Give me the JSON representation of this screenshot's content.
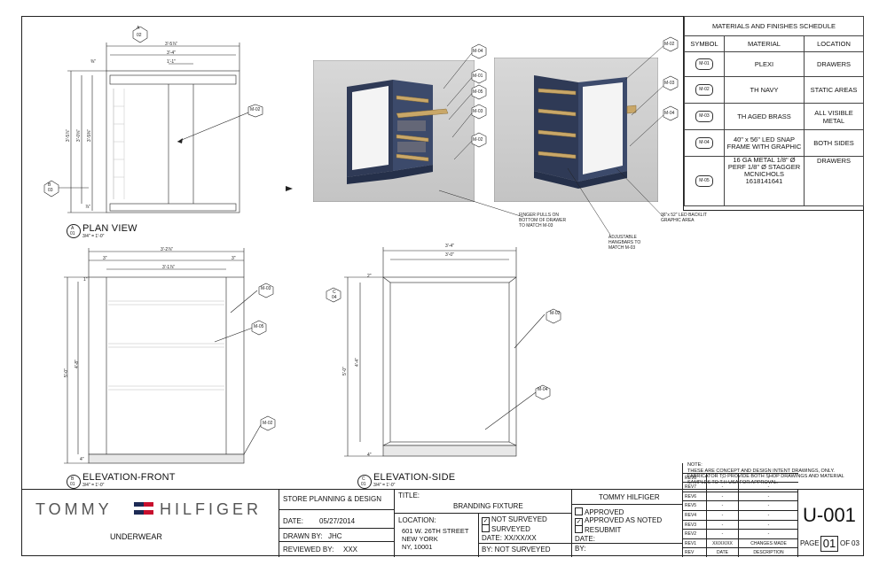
{
  "views": {
    "plan": {
      "title": "PLAN VIEW",
      "scale": "3/4\" = 1'-0\"",
      "marker_letter": "A",
      "marker_num": "01"
    },
    "elev_front": {
      "title": "ELEVATION-FRONT",
      "scale": "3/4\" = 1'-0\"",
      "marker_letter": "B",
      "marker_num": "01"
    },
    "elev_side": {
      "title": "ELEVATION-SIDE",
      "scale": "3/4\" = 1'-0\"",
      "marker_letter": "C",
      "marker_num": "01"
    },
    "callout_a": {
      "letter": "A",
      "num": "02"
    },
    "callout_b": {
      "letter": "B",
      "num": "03"
    },
    "callout_c": {
      "letter": "C",
      "num": "04"
    }
  },
  "plan_dims": {
    "top_overall": "3'-5⅞\"",
    "top_mid": "3'-4\"",
    "top_inner": "1'-1\"",
    "side_small": "⅜\"",
    "side_a": "3'-5⅞\"",
    "side_b": "3'-0⅝\"",
    "side_c": "3'-5⅜\"",
    "side_bottom": "⅞\""
  },
  "front_dims": {
    "overall": "3'-2⅞\"",
    "left": "3\"",
    "right": "3\"",
    "inner": "3'-1⅞\"",
    "height": "5'-0\"",
    "inner_height": "4'-8\"",
    "top": "1\"",
    "bottom": "4\""
  },
  "side_dims": {
    "overall": "3'-4\"",
    "inner": "3'-0\"",
    "height": "5'-0\"",
    "inner_height": "4'-4\"",
    "top": "2\"",
    "bottom": "4\""
  },
  "tags": {
    "m01": "M-01",
    "m02": "M-02",
    "m03": "M-03",
    "m04": "M-04",
    "m05": "M-05"
  },
  "render_notes": {
    "finger": "FINGER PULLS ON\nBOTTOM OF DRAWER\nTO MATCH M-03",
    "hangbars": "ADJUSTABLE\nHANGBARS TO\nMATCH M-03",
    "graphic": "36\"x 52\" LED BACKLIT\nGRAPHIC AREA"
  },
  "schedule": {
    "title": "MATERIALS AND FINISHES SCHEDULE",
    "headers": [
      "SYMBOL",
      "MATERIAL",
      "LOCATION"
    ],
    "rows": [
      {
        "symbol": "M-01",
        "material": "PLEXI",
        "location": "DRAWERS"
      },
      {
        "symbol": "M-02",
        "material": "TH NAVY",
        "location": "STATIC AREAS"
      },
      {
        "symbol": "M-03",
        "material": "TH AGED BRASS",
        "location": "ALL VISIBLE METAL"
      },
      {
        "symbol": "M-04",
        "material": "40\" x 56\" LED SNAP FRAME WITH GRAPHIC",
        "location": "BOTH SIDES"
      },
      {
        "symbol": "M-05",
        "material": "16 GA METAL 1/8\" Ø PERF 1/8\" Ø STAGGER MCNICHOLS 1618141641",
        "location": "DRAWERS"
      }
    ]
  },
  "note": {
    "label": "NOTE:",
    "text": "THESE ARE CONCEPT AND DESIGN INTENT DRAWINGS, ONLY. FABRICATOR TO PROVIDE BOTH SHOP DRAWINGS AND MATERIAL SAMPLES TO T.H USA FOR APPROVAL."
  },
  "title_block": {
    "brand_left": "TOMMY",
    "brand_right": "HILFIGER",
    "department": "UNDERWEAR",
    "firm": "STORE PLANNING & DESIGN",
    "date_label": "DATE:",
    "date": "05/27/2014",
    "drawn_label": "DRAWN BY:",
    "drawn": "JHC",
    "reviewed_label": "REVIEWED BY:",
    "reviewed": "XXX",
    "title_label": "TITLE:",
    "title": "BRANDING FIXTURE",
    "location_label": "LOCATION:",
    "location_1": "601 W. 26TH STREET",
    "location_2": "NEW YORK",
    "location_3": "NY, 10001",
    "not_surveyed": "NOT SURVEYED",
    "surveyed": "SURVEYED",
    "survey_date": "DATE: XX/XX/XX",
    "survey_by": "BY: NOT SURVEYED",
    "approval_title": "TOMMY HILFIGER",
    "approved": "APPROVED",
    "approved_noted": "APPROVED AS NOTED",
    "resubmit": "RESUBMIT",
    "approval_date": "DATE:",
    "approval_by": "BY:",
    "sheet_number": "U-001",
    "page_label": "PAGE",
    "page": "01",
    "of_label": "OF",
    "total": "03"
  },
  "revisions": {
    "rows": [
      {
        "rev": "REV8",
        "date": "-",
        "desc": "-"
      },
      {
        "rev": "REV7",
        "date": "-",
        "desc": "-"
      },
      {
        "rev": "REV6",
        "date": "-",
        "desc": "-"
      },
      {
        "rev": "REV5",
        "date": "-",
        "desc": "-"
      },
      {
        "rev": "REV4",
        "date": "-",
        "desc": "-"
      },
      {
        "rev": "REV3",
        "date": "-",
        "desc": "-"
      },
      {
        "rev": "REV2",
        "date": "-",
        "desc": "-"
      },
      {
        "rev": "REV1",
        "date": "XX/XX/XX",
        "desc": "CHANGES MADE"
      }
    ],
    "headers": [
      "REV",
      "DATE",
      "DESCRIPTION"
    ]
  }
}
